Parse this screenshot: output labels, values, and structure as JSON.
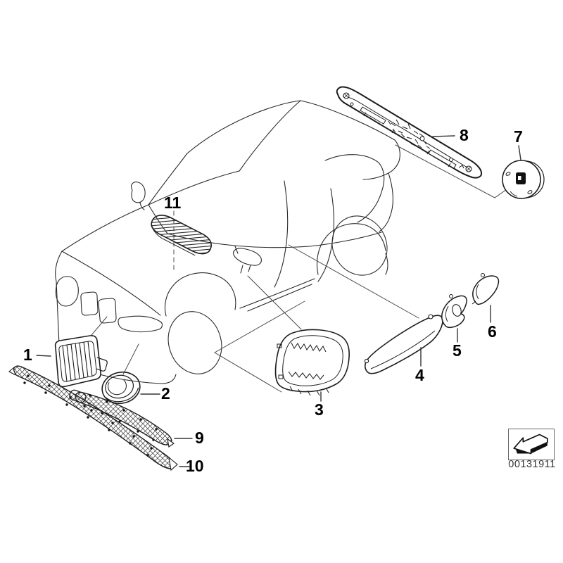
{
  "canvas": {
    "background": "#ffffff",
    "line_color": "#1c1c1c",
    "leader_color": "#4a4a4a",
    "label_color": "#000000"
  },
  "callouts": [
    {
      "num": "1"
    },
    {
      "num": "2"
    },
    {
      "num": "3"
    },
    {
      "num": "4"
    },
    {
      "num": "5"
    },
    {
      "num": "6"
    },
    {
      "num": "7"
    },
    {
      "num": "8"
    },
    {
      "num": "9"
    },
    {
      "num": "10"
    },
    {
      "num": "11"
    }
  ],
  "footer": {
    "doc_number": "00131911",
    "icon": "direction-arrow-icon",
    "box_border_color": "#666666"
  }
}
